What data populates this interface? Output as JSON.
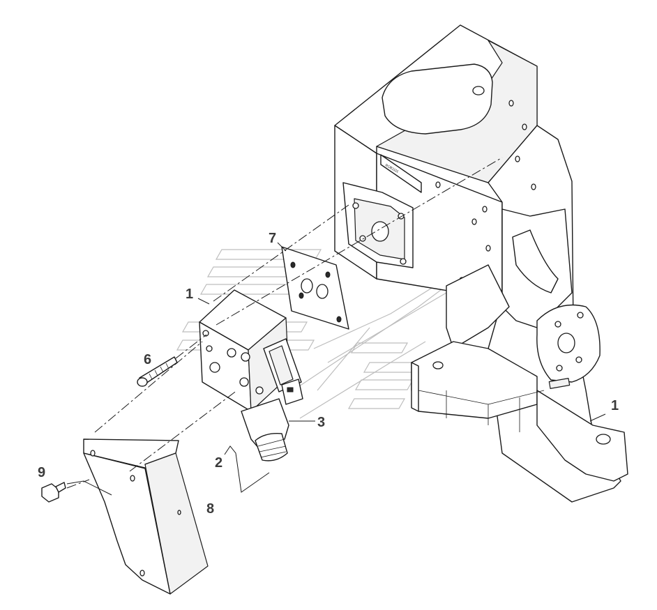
{
  "callouts": {
    "bracket_body": "1",
    "valve_block": "1",
    "solenoid_coil": "2",
    "connector": "3",
    "bolt": "6",
    "gasket": "7",
    "cover": "8",
    "screw": "9"
  },
  "labels": {
    "bracket_plate_text": "ROB1111"
  },
  "colors": {
    "line": "#1a1a1a",
    "watermark": "#bdbdbd",
    "callout_text": "#3a3a3a"
  }
}
